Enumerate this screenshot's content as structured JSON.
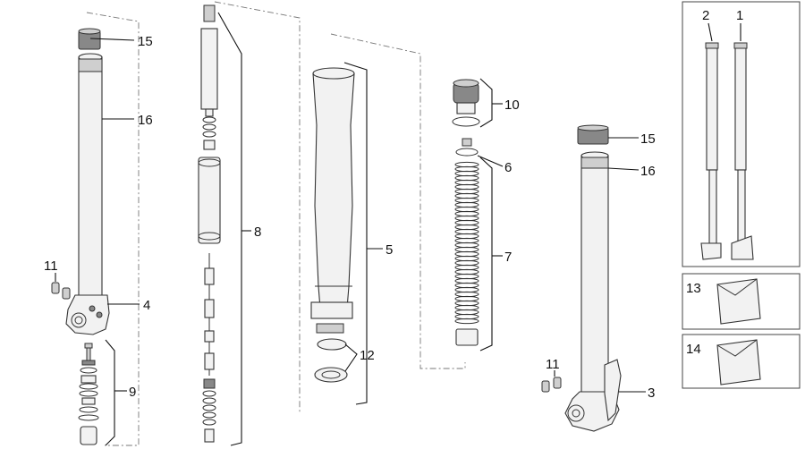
{
  "callouts": {
    "c1": "1",
    "c2": "2",
    "c3": "3",
    "c4": "4",
    "c5": "5",
    "c6": "6",
    "c7": "7",
    "c8": "8",
    "c9": "9",
    "c10": "10",
    "c11a": "11",
    "c11b": "11",
    "c12": "12",
    "c13": "13",
    "c14": "14",
    "c15a": "15",
    "c15b": "15",
    "c16a": "16",
    "c16b": "16"
  }
}
